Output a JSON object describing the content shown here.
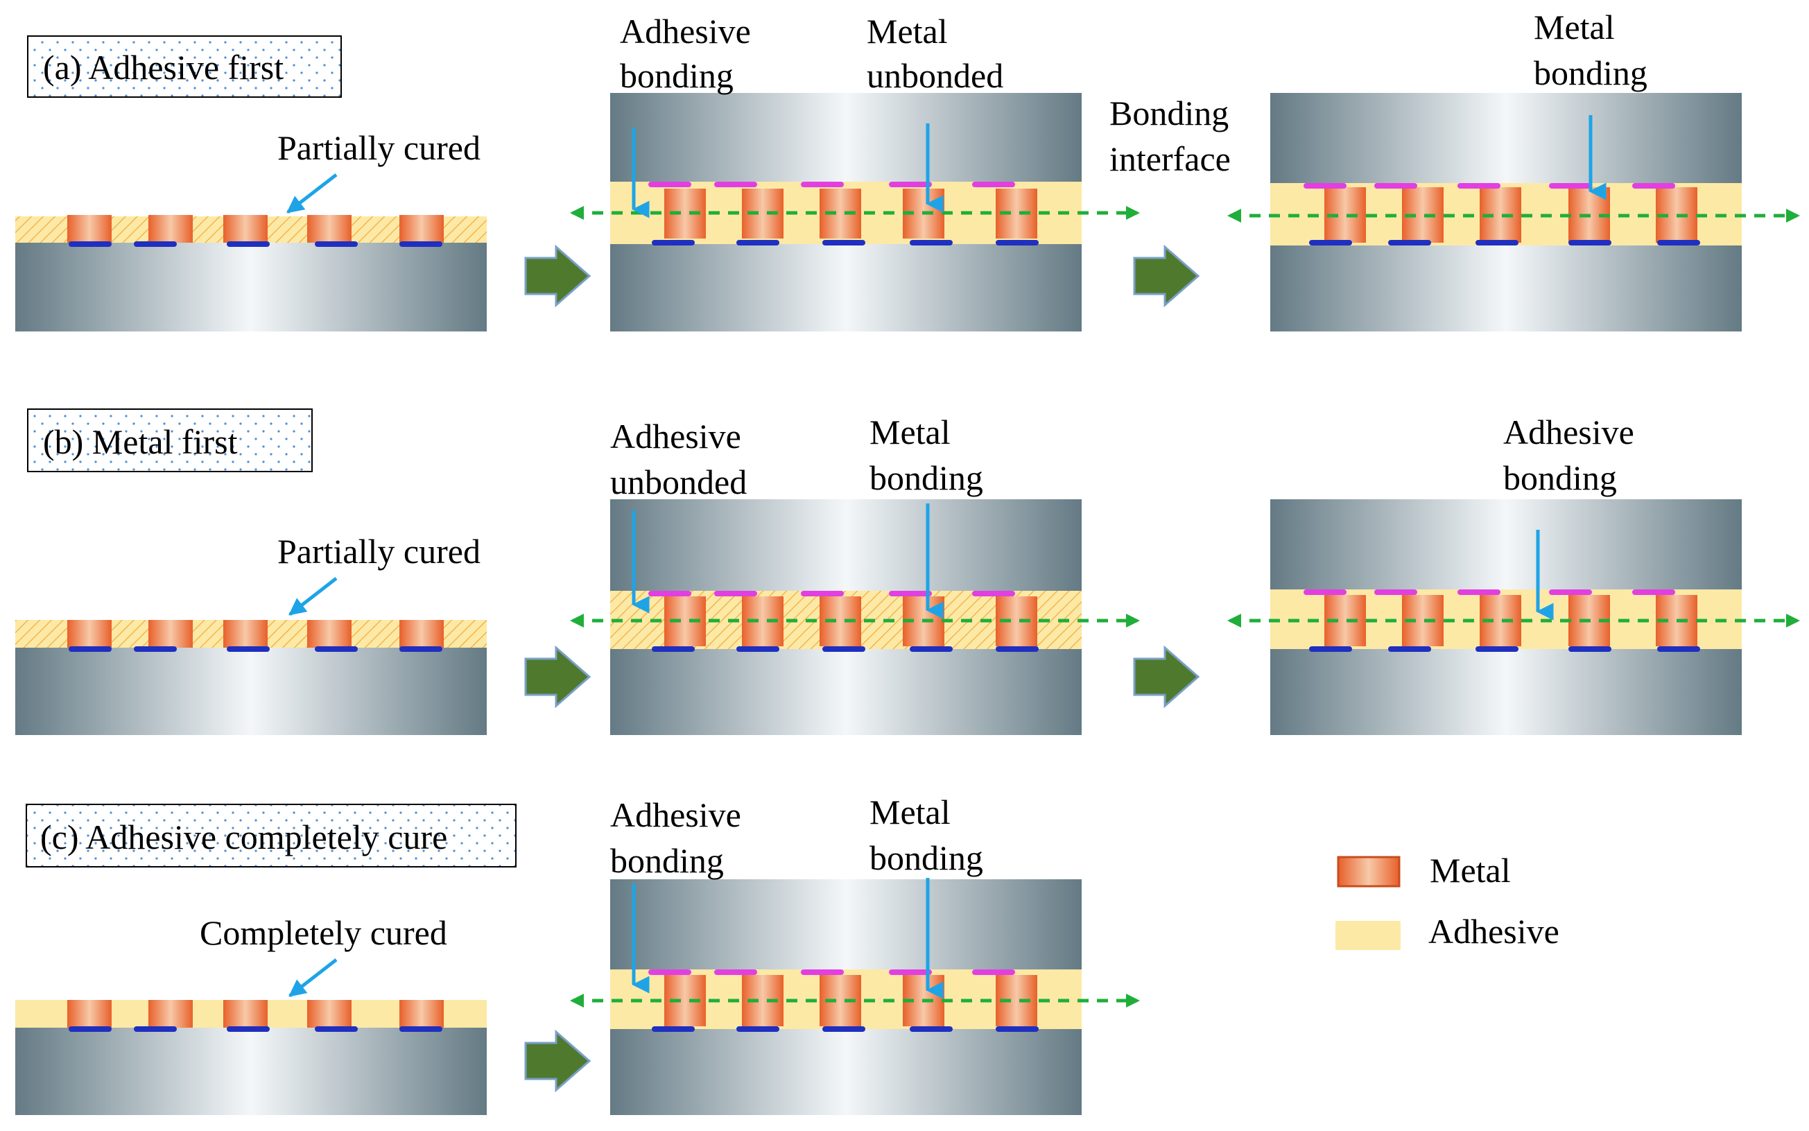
{
  "panels": {
    "a": {
      "title": "(a) Adhesive first",
      "curing_label": "Partially cured",
      "step2_labels": {
        "left": [
          "Adhesive",
          "bonding"
        ],
        "right": [
          "Metal",
          "unbonded"
        ]
      },
      "interface_label": [
        "Bonding",
        "interface"
      ],
      "step3_labels": {
        "right": [
          "Metal",
          "bonding"
        ]
      }
    },
    "b": {
      "title": "(b) Metal first",
      "curing_label": "Partially cured",
      "step2_labels": {
        "left": [
          "Adhesive",
          "unbonded"
        ],
        "right": [
          "Metal",
          "bonding"
        ]
      },
      "step3_labels": {
        "right": [
          "Adhesive",
          "bonding"
        ]
      }
    },
    "c": {
      "title": "(c) Adhesive completely cure",
      "curing_label": "Completely cured",
      "step2_labels": {
        "left": [
          "Adhesive",
          "bonding"
        ],
        "right": [
          "Metal",
          "bonding"
        ]
      }
    }
  },
  "legend": {
    "metal": "Metal",
    "adhesive": "Adhesive"
  },
  "colors": {
    "adhesive": "#fde9a6",
    "adhesive_hatch": "#f2b64d",
    "metal_edge": "#e8602a",
    "metal_center": "#f7c9a8",
    "substrate_dark": "#647a84",
    "substrate_light": "#f4f7f9",
    "blue_pad": "#1f2fbf",
    "pink_pad": "#e23fe0",
    "pointer": "#1ea4e6",
    "interface_line": "#1fae3a",
    "step_arrow": "#4f7a2e"
  }
}
